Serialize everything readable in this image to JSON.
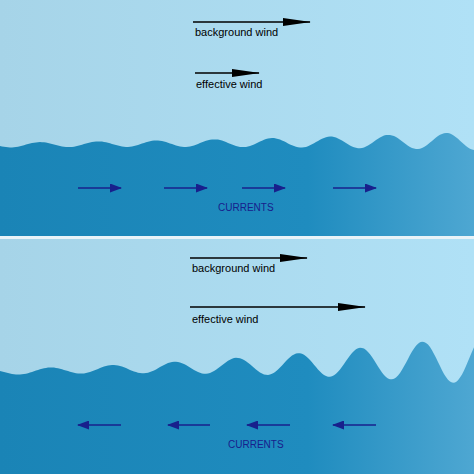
{
  "diagram": {
    "labels": [
      "background wind",
      "effective wind",
      "CURRENTS",
      "background wind",
      "effective wind",
      "CURRENTS"
    ]
  }
}
